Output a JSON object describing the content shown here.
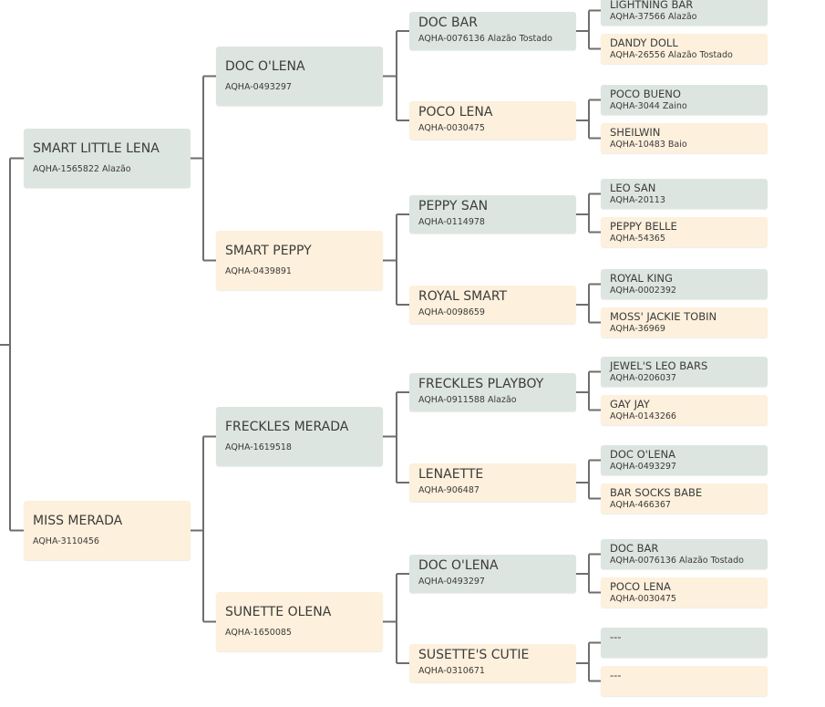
{
  "pedigree": {
    "sire": {
      "name": "SMART LITTLE LENA",
      "reg": "AQHA-1565822 Alazão",
      "sire": {
        "name": "DOC O'LENA",
        "reg": "AQHA-0493297",
        "sire": {
          "name": "DOC BAR",
          "reg": "AQHA-0076136 Alazão Tostado",
          "sire": {
            "name": "LIGHTNING BAR",
            "reg": "AQHA-37566 Alazão"
          },
          "dam": {
            "name": "DANDY DOLL",
            "reg": "AQHA-26556 Alazão Tostado"
          }
        },
        "dam": {
          "name": "POCO LENA",
          "reg": "AQHA-0030475",
          "sire": {
            "name": "POCO BUENO",
            "reg": "AQHA-3044 Zaino"
          },
          "dam": {
            "name": "SHEILWIN",
            "reg": "AQHA-10483 Baio"
          }
        }
      },
      "dam": {
        "name": "SMART PEPPY",
        "reg": "AQHA-0439891",
        "sire": {
          "name": "PEPPY SAN",
          "reg": "AQHA-0114978",
          "sire": {
            "name": "LEO SAN",
            "reg": "AQHA-20113"
          },
          "dam": {
            "name": "PEPPY BELLE",
            "reg": "AQHA-54365"
          }
        },
        "dam": {
          "name": "ROYAL SMART",
          "reg": "AQHA-0098659",
          "sire": {
            "name": "ROYAL KING",
            "reg": "AQHA-0002392"
          },
          "dam": {
            "name": "MOSS' JACKIE TOBIN",
            "reg": "AQHA-36969"
          }
        }
      }
    },
    "dam": {
      "name": "MISS MERADA",
      "reg": "AQHA-3110456",
      "sire": {
        "name": "FRECKLES MERADA",
        "reg": "AQHA-1619518",
        "sire": {
          "name": "FRECKLES PLAYBOY",
          "reg": "AQHA-0911588 Alazão",
          "sire": {
            "name": "JEWEL'S LEO BARS",
            "reg": "AQHA-0206037"
          },
          "dam": {
            "name": "GAY JAY",
            "reg": "AQHA-0143266"
          }
        },
        "dam": {
          "name": "LENAETTE",
          "reg": "AQHA-906487",
          "sire": {
            "name": "DOC O'LENA",
            "reg": "AQHA-0493297"
          },
          "dam": {
            "name": "BAR SOCKS BABE",
            "reg": "AQHA-466367"
          }
        }
      },
      "dam": {
        "name": "SUNETTE OLENA",
        "reg": "AQHA-1650085",
        "sire": {
          "name": "DOC O'LENA",
          "reg": "AQHA-0493297",
          "sire": {
            "name": "DOC BAR",
            "reg": "AQHA-0076136 Alazão Tostado"
          },
          "dam": {
            "name": "POCO LENA",
            "reg": "AQHA-0030475"
          }
        },
        "dam": {
          "name": "SUSETTE'S CUTIE",
          "reg": "AQHA-0310671",
          "sire": {
            "name": "---",
            "reg": ""
          },
          "dam": {
            "name": "---",
            "reg": ""
          }
        }
      }
    }
  },
  "colors": {
    "sire_box": "#dde5e0",
    "dam_box": "#fdf0dc",
    "connector": "#6e6e6e"
  }
}
